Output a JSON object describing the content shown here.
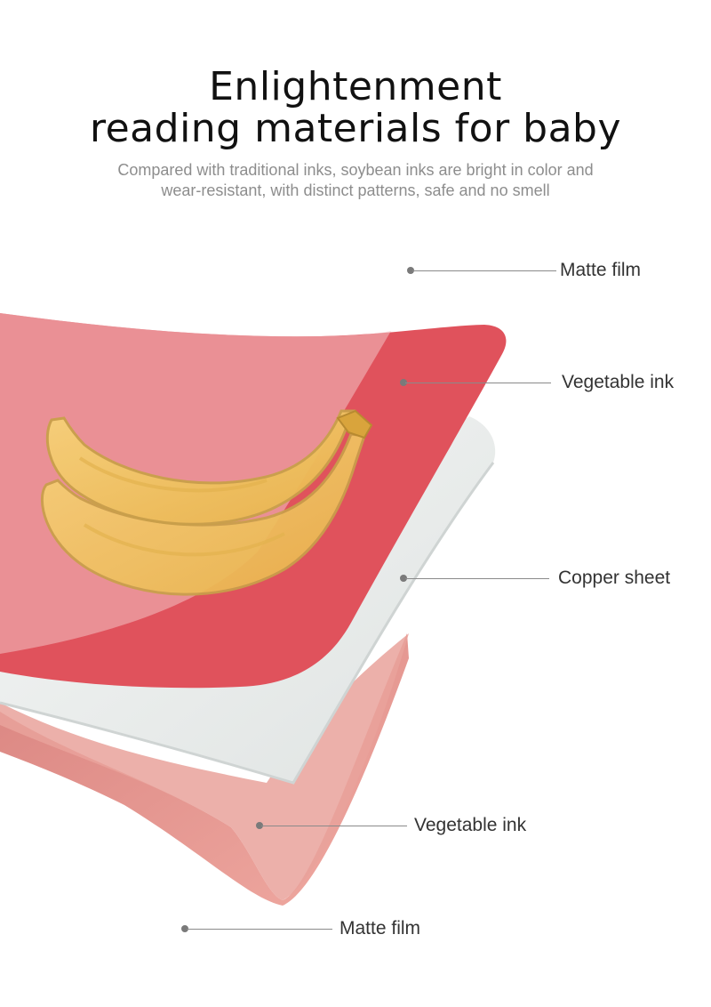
{
  "header": {
    "title_line1": "Enlightenment",
    "title_line2": "reading materials for baby",
    "subtitle_line1": "Compared with traditional inks, soybean inks are bright in color and",
    "subtitle_line2": "wear-resistant, with distinct patterns, safe and no smell"
  },
  "layers": {
    "matte_film_top": "Matte film",
    "vegetable_ink_top": "Vegetable ink",
    "copper_sheet": "Copper sheet",
    "vegetable_ink_bottom": "Vegetable ink",
    "matte_film_bottom": "Matte film"
  },
  "colors": {
    "red_layer": "#e0525c",
    "film_overlay": "#f0b2b6",
    "copper_layer": "#e9eceb",
    "bottom_layer": "#e59791",
    "banana": "#f0c15a",
    "banana_outline": "#c9a04a"
  }
}
